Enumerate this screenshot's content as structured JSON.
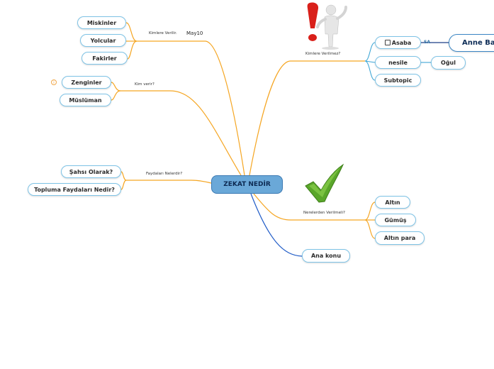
{
  "center": {
    "label": "ZEKAT NEDİR"
  },
  "branches": {
    "kimlere_verilir": {
      "label": "Kimlere Verilir.",
      "note": "May10"
    },
    "kim_verir": {
      "label": "Kim verir?"
    },
    "faydalari": {
      "label": "Faydaları Nelerdir?"
    },
    "kimlere_verilmez": {
      "label": "Kimlere Verilmez?"
    },
    "nerelerden": {
      "label": "Nerelerden Verilmeli?"
    }
  },
  "nodes": {
    "miskinler": "Miskinler",
    "yolcular": "Yolcular",
    "fakirler": "Fakirler",
    "zenginler": "Zenginler",
    "musluman": "Müslüman",
    "sahsi_olarak": "Şahsı Olarak?",
    "topluma_faydalari": "Topluma Faydaları Nedir?",
    "asaba": "Asaba",
    "nesile": "nesile",
    "subtopic": "Subtopic",
    "anne_baba": "Anne Baba",
    "ogul": "Oğul",
    "altin": "Altın",
    "gumus": "Gümüş",
    "altin_para": "Altın para",
    "ana_konu": "Ana konu",
    "sa_tag": "SA"
  },
  "colors": {
    "orange_branch": "#f5a623",
    "blue_branch": "#1f5bc7",
    "node_border": "#7ec3e6",
    "center_fill": "#6aa8d8"
  },
  "icons": {
    "exclamation": "exclamation-figure-icon",
    "checkmark": "green-checkmark-icon",
    "info": "info-icon"
  }
}
